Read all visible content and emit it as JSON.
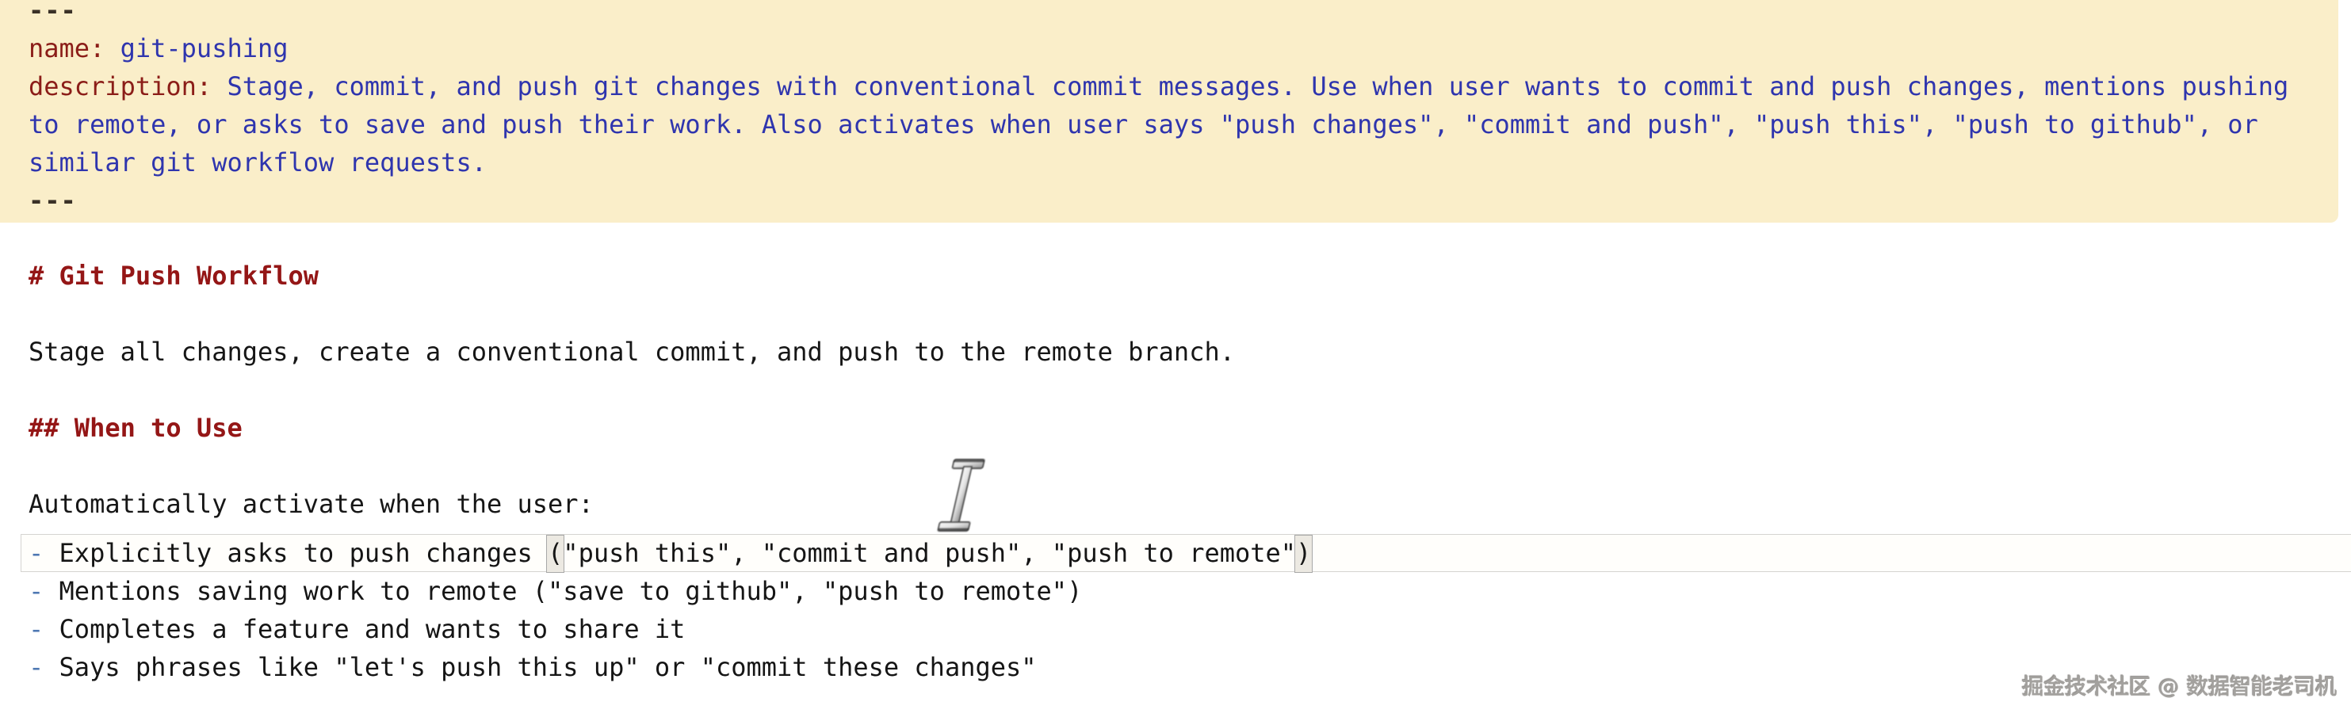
{
  "frontmatter": {
    "delimiter_top": "---",
    "name_key": "name:",
    "name_value": " git-pushing",
    "description_key": "description:",
    "description_value": " Stage, commit, and push git changes with conventional commit messages. Use when user wants to commit and push changes, mentions pushing to remote, or asks to save and push their work. Also activates when user says \"push changes\", \"commit and push\", \"push this\", \"push to github\", or similar git workflow requests.",
    "delimiter_bottom": "---"
  },
  "document": {
    "h1": "# Git Push Workflow",
    "intro": "Stage all changes, create a conventional commit, and push to the remote branch.",
    "h2": "## When to Use",
    "activate_line": "Automatically activate when the user:",
    "bullets": [
      {
        "marker": "-",
        "before": "Explicitly asks to push changes ",
        "open_paren": "(",
        "inside": "\"push this\", \"commit and push\", \"push to remote\"",
        "close_paren": ")"
      },
      {
        "marker": "-",
        "text": "Mentions saving work to remote (\"save to github\", \"push to remote\")"
      },
      {
        "marker": "-",
        "text": "Completes a feature and wants to share it"
      },
      {
        "marker": "-",
        "text": "Says phrases like \"let's push this up\" or \"commit these changes\""
      }
    ]
  },
  "watermark": "掘金技术社区 @ 数据智能老司机",
  "colors": {
    "frontmatter_background": "#faeec9",
    "frontmatter_key": "#8b1d18",
    "frontmatter_value": "#2f35ae",
    "frontmatter_delimiter": "#3a3127",
    "heading": "#941616",
    "body_text": "#161616",
    "bullet_marker": "#4d77b2",
    "hl_line_border": "#d5d4d1",
    "paren_box_background": "#ece9e2",
    "paren_box_border": "#a8a8a8",
    "watermark_gray": "#a3a19e"
  }
}
